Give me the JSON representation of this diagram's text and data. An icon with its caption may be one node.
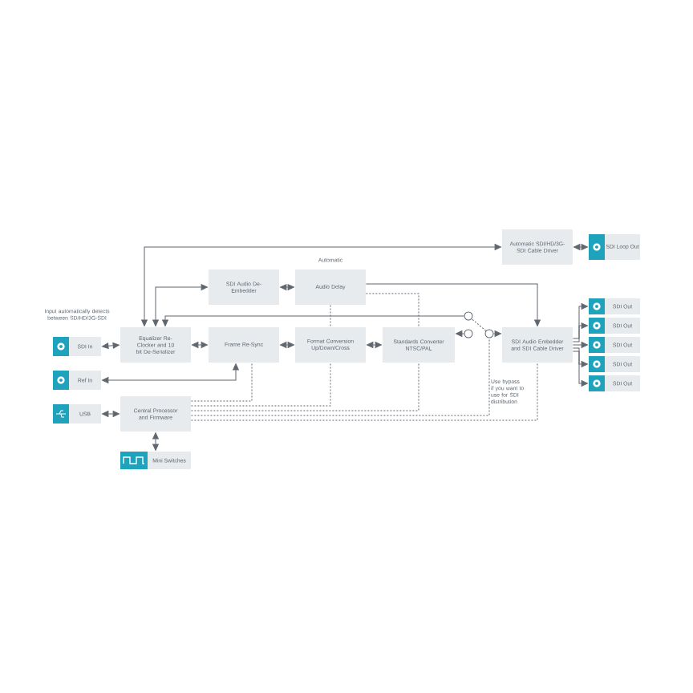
{
  "diagram": {
    "nodes": [
      {
        "text": [
          "SDI In"
        ]
      },
      {
        "text": [
          "Ref In"
        ]
      },
      {
        "text": [
          "USB"
        ]
      },
      {
        "text": [
          "Equalizer Re-Clocker and 10 bit De-Serializer"
        ]
      },
      {
        "text": [
          "SDI Audio De-Embedder"
        ]
      },
      {
        "text": [
          "Audio Delay"
        ]
      },
      {
        "text": [
          "Frame Re-Sync"
        ]
      },
      {
        "text": [
          "Format Conversion Up/Down/Cross"
        ]
      },
      {
        "text": [
          "Standards Converter NTSC/PAL"
        ]
      },
      {
        "text": [
          "Central Processor and Firmware"
        ]
      },
      {
        "text": [
          "Mini Switches"
        ]
      },
      {
        "text": [
          "Automatic SDI/HD/3G-SDI Cable Driver"
        ]
      },
      {
        "text": [
          "SDI Audio Embedder and SDI Cable Driver"
        ]
      },
      {
        "text": [
          "SDI Loop Out"
        ]
      },
      {
        "text": [
          "SDI Out"
        ]
      },
      {
        "text": [
          "SDI Out"
        ]
      },
      {
        "text": [
          "SDI Out"
        ]
      },
      {
        "text": [
          "SDI Out"
        ]
      },
      {
        "text": [
          "SDI Out"
        ]
      },
      {
        "text": [],
        "shape": "circle"
      },
      {
        "text": [],
        "shape": "circle"
      },
      {
        "text": [],
        "shape": "circle"
      }
    ],
    "edges": [
      {
        "from": 0,
        "to": 3,
        "arrow": "both"
      },
      {
        "from": 3,
        "to": 6,
        "arrow": "both"
      },
      {
        "from": 6,
        "to": 7,
        "arrow": "both"
      },
      {
        "from": 7,
        "to": 8,
        "arrow": "both"
      },
      {
        "from": 4,
        "to": 5,
        "arrow": "both"
      },
      {
        "from": 3,
        "to": 4,
        "arrow": "both"
      },
      {
        "from": 3,
        "to": 11,
        "arrow": "both"
      },
      {
        "from": 19,
        "to": 3,
        "arrow": "to"
      },
      {
        "from": 20,
        "to": 8,
        "arrow": "to"
      },
      {
        "from": 21,
        "to": 12,
        "arrow": "to"
      },
      {
        "from": 21,
        "to": 19,
        "arrow": "none",
        "style": "dashed"
      },
      {
        "from": 1,
        "to": 6,
        "arrow": "both"
      },
      {
        "from": 2,
        "to": 9,
        "arrow": "both"
      },
      {
        "from": 9,
        "to": 10,
        "arrow": "both"
      },
      {
        "from": 5,
        "to": 12,
        "arrow": "to"
      },
      {
        "from": 11,
        "to": 13,
        "arrow": "both"
      },
      {
        "from": 12,
        "to": 14,
        "arrow": "to"
      },
      {
        "from": 12,
        "to": 15,
        "arrow": "to"
      },
      {
        "from": 12,
        "to": 16,
        "arrow": "to"
      },
      {
        "from": 12,
        "to": 17,
        "arrow": "to"
      },
      {
        "from": 12,
        "to": 18,
        "arrow": "to"
      },
      {
        "from": 5,
        "to": 7,
        "arrow": "none",
        "style": "dashed"
      },
      {
        "from": 9,
        "to": 6,
        "arrow": "none",
        "style": "dashed"
      },
      {
        "from": 9,
        "to": 7,
        "arrow": "none",
        "style": "dashed"
      },
      {
        "from": 5,
        "to": 8,
        "arrow": "none",
        "style": "dashed"
      },
      {
        "from": 9,
        "to": 8,
        "arrow": "none",
        "style": "dashed"
      },
      {
        "from": 9,
        "to": 21,
        "arrow": "none",
        "style": "dashed"
      },
      {
        "from": 9,
        "to": 12,
        "arrow": "none",
        "style": "dashed"
      }
    ],
    "labels": [
      "Input automatically detects between SD/HD/3G-SDI",
      "Automatic",
      "Use bypass if you want to use for SDI distribution"
    ]
  }
}
